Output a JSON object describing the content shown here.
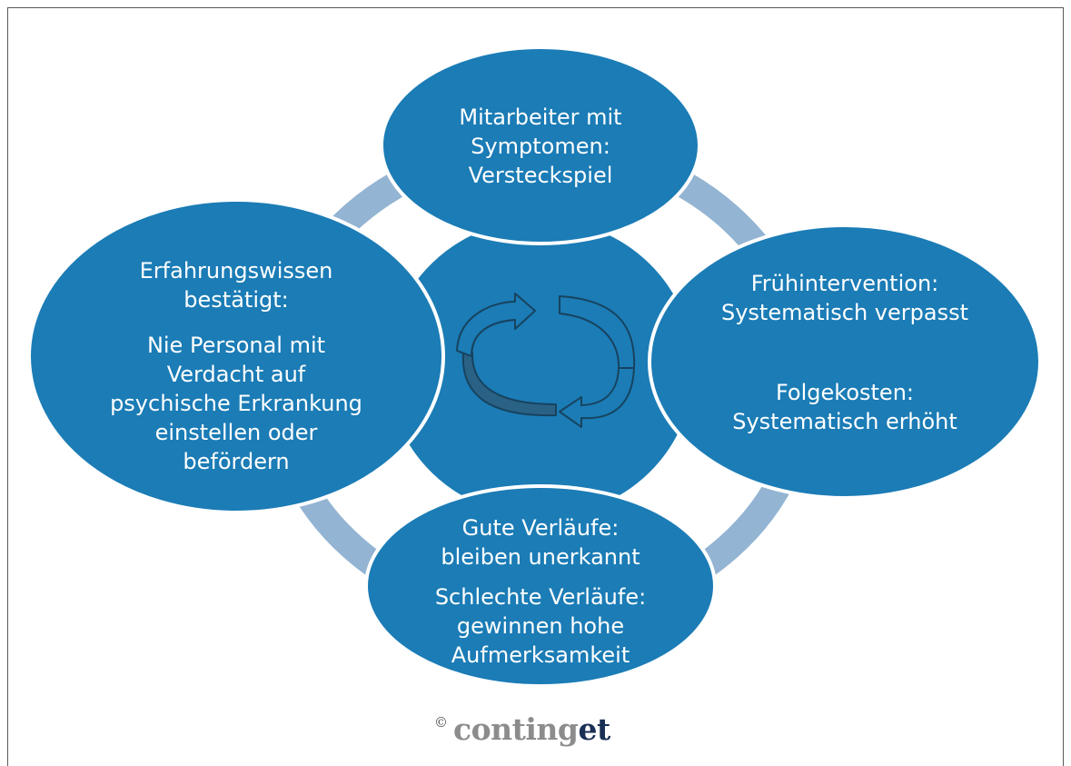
{
  "nodes": {
    "top": {
      "lines": [
        "Mitarbeiter mit",
        "Symptomen:",
        "Versteckspiel"
      ]
    },
    "right": {
      "para1": [
        "Frühintervention:",
        "Systematisch verpasst"
      ],
      "para2": [
        "Folgekosten:",
        "Systematisch erhöht"
      ]
    },
    "bottom": {
      "para1": [
        "Gute Verläufe:",
        "bleiben unerkannt"
      ],
      "para2": [
        "Schlechte Verläufe:",
        "gewinnen hohe",
        "Aufmerksamkeit"
      ]
    },
    "left": {
      "para1": [
        "Erfahrungswissen",
        "bestätigt:"
      ],
      "para2": [
        "Nie Personal mit",
        "Verdacht auf",
        "psychische Erkrankung",
        "einstellen oder",
        "befördern"
      ]
    }
  },
  "footer": {
    "copyright_symbol": "©",
    "brand_part1": "conting",
    "brand_part2": "et"
  },
  "colors": {
    "node_fill": "#1b7cb6",
    "node_stroke": "#ffffff",
    "ring": "#93b4d2",
    "center_fill": "#1b7cb6",
    "arrow_fill": "#1b7cb6",
    "arrow_stroke": "#17435f"
  },
  "icons": {
    "center": "cycle-arrows-icon"
  }
}
